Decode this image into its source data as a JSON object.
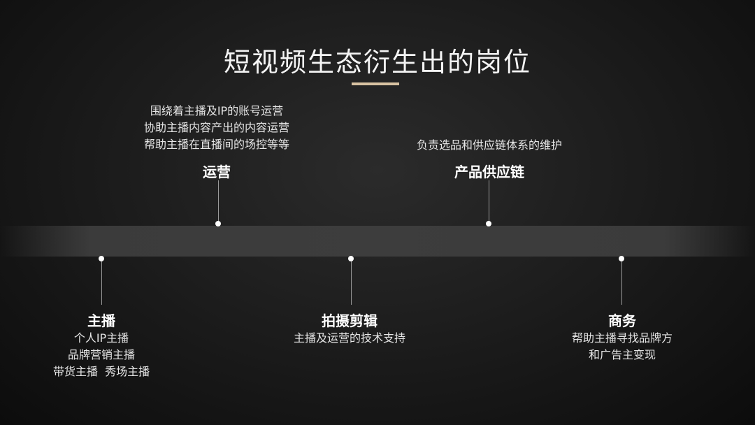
{
  "title": "短视频生态衍生出的岗位",
  "top_nodes": [
    {
      "label": "运营",
      "lines": [
        "围绕着主播及IP的账号运营",
        "协助主播内容产出的内容运营",
        "帮助主播在直播间的场控等等"
      ]
    },
    {
      "label": "产品供应链",
      "lines": [
        "负责选品和供应链体系的维护"
      ]
    }
  ],
  "bottom_nodes": [
    {
      "label": "主播",
      "lines": [
        "个人IP主播",
        "品牌营销主播",
        "带货主播  秀场主播"
      ]
    },
    {
      "label": "拍摄剪辑",
      "lines": [
        "主播及运营的技术支持"
      ]
    },
    {
      "label": "商务",
      "lines": [
        "帮助主播寻找品牌方",
        "和广告主变现"
      ]
    }
  ]
}
